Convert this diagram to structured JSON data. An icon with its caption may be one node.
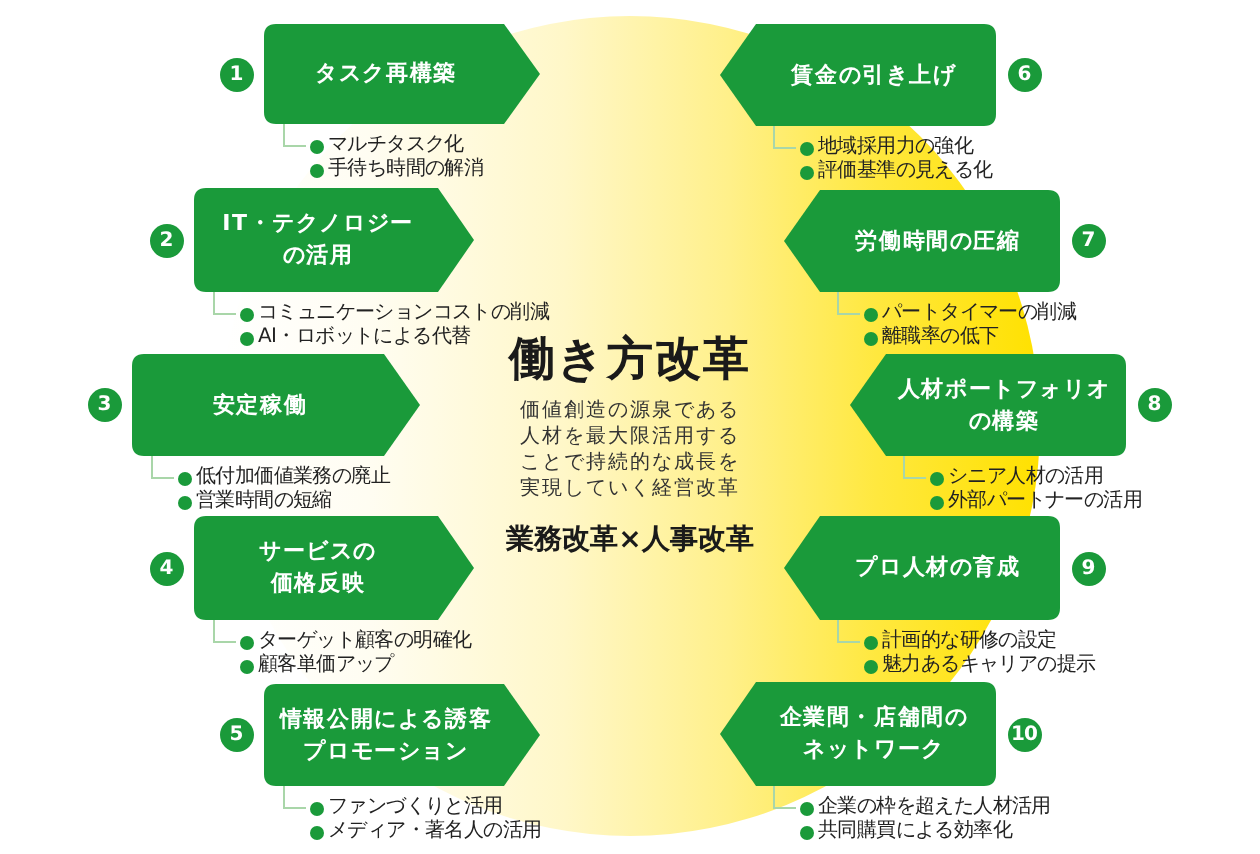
{
  "diagram": {
    "title": "働き方改革",
    "nodes": [
      {
        "text": [
          "タスク再構築"
        ],
        "beside": [
          "1"
        ]
      },
      {
        "text": [
          "マルチタスク化",
          "手待ち時間の解消"
        ]
      },
      {
        "text": [
          "IT・テクノロジーの活用"
        ],
        "beside": [
          "2"
        ]
      },
      {
        "text": [
          "コミュニケーションコストの削減",
          "AI・ロボットによる代替"
        ]
      },
      {
        "text": [
          "安定稼働"
        ],
        "beside": [
          "3"
        ]
      },
      {
        "text": [
          "低付加価値業務の廃止",
          "営業時間の短縮"
        ]
      },
      {
        "text": [
          "サービスの価格反映"
        ],
        "beside": [
          "4"
        ]
      },
      {
        "text": [
          "ターゲット顧客の明確化",
          "顧客単価アップ"
        ]
      },
      {
        "text": [
          "情報公開による誘客プロモーション"
        ],
        "beside": [
          "5"
        ]
      },
      {
        "text": [
          "ファンづくりと活用",
          "メディア・著名人の活用"
        ]
      },
      {
        "text": [
          "賃金の引き上げ"
        ],
        "beside": [
          "6"
        ]
      },
      {
        "text": [
          "地域採用力の強化",
          "評価基準の見える化"
        ]
      },
      {
        "text": [
          "労働時間の圧縮"
        ],
        "beside": [
          "7"
        ]
      },
      {
        "text": [
          "パートタイマーの削減",
          "離職率の低下"
        ]
      },
      {
        "text": [
          "人材ポートフォリオの構築"
        ],
        "beside": [
          "8"
        ]
      },
      {
        "text": [
          "シニア人材の活用",
          "外部パートナーの活用"
        ]
      },
      {
        "text": [
          "プロ人材の育成"
        ],
        "beside": [
          "9"
        ]
      },
      {
        "text": [
          "計画的な研修の設定",
          "魅力あるキャリアの提示"
        ]
      },
      {
        "text": [
          "企業間・店舗間のネットワーク"
        ],
        "beside": [
          "10"
        ]
      },
      {
        "text": [
          "企業の枠を超えた人材活用",
          "共同購買による効率化"
        ]
      }
    ],
    "edges": [
      {
        "from": 0,
        "to": 1,
        "arrow": "none"
      },
      {
        "from": 2,
        "to": 3,
        "arrow": "none"
      },
      {
        "from": 4,
        "to": 5,
        "arrow": "none"
      },
      {
        "from": 6,
        "to": 7,
        "arrow": "none"
      },
      {
        "from": 8,
        "to": 9,
        "arrow": "none"
      },
      {
        "from": 10,
        "to": 11,
        "arrow": "none"
      },
      {
        "from": 12,
        "to": 13,
        "arrow": "none"
      },
      {
        "from": 14,
        "to": 15,
        "arrow": "none"
      },
      {
        "from": 16,
        "to": 17,
        "arrow": "none"
      },
      {
        "from": 18,
        "to": 19,
        "arrow": "none"
      }
    ],
    "labels": [
      "価値創造の源泉である人材を最大限活用することで持続的な成長を実現していく経営改革",
      "業務改革×人事改革"
    ]
  }
}
